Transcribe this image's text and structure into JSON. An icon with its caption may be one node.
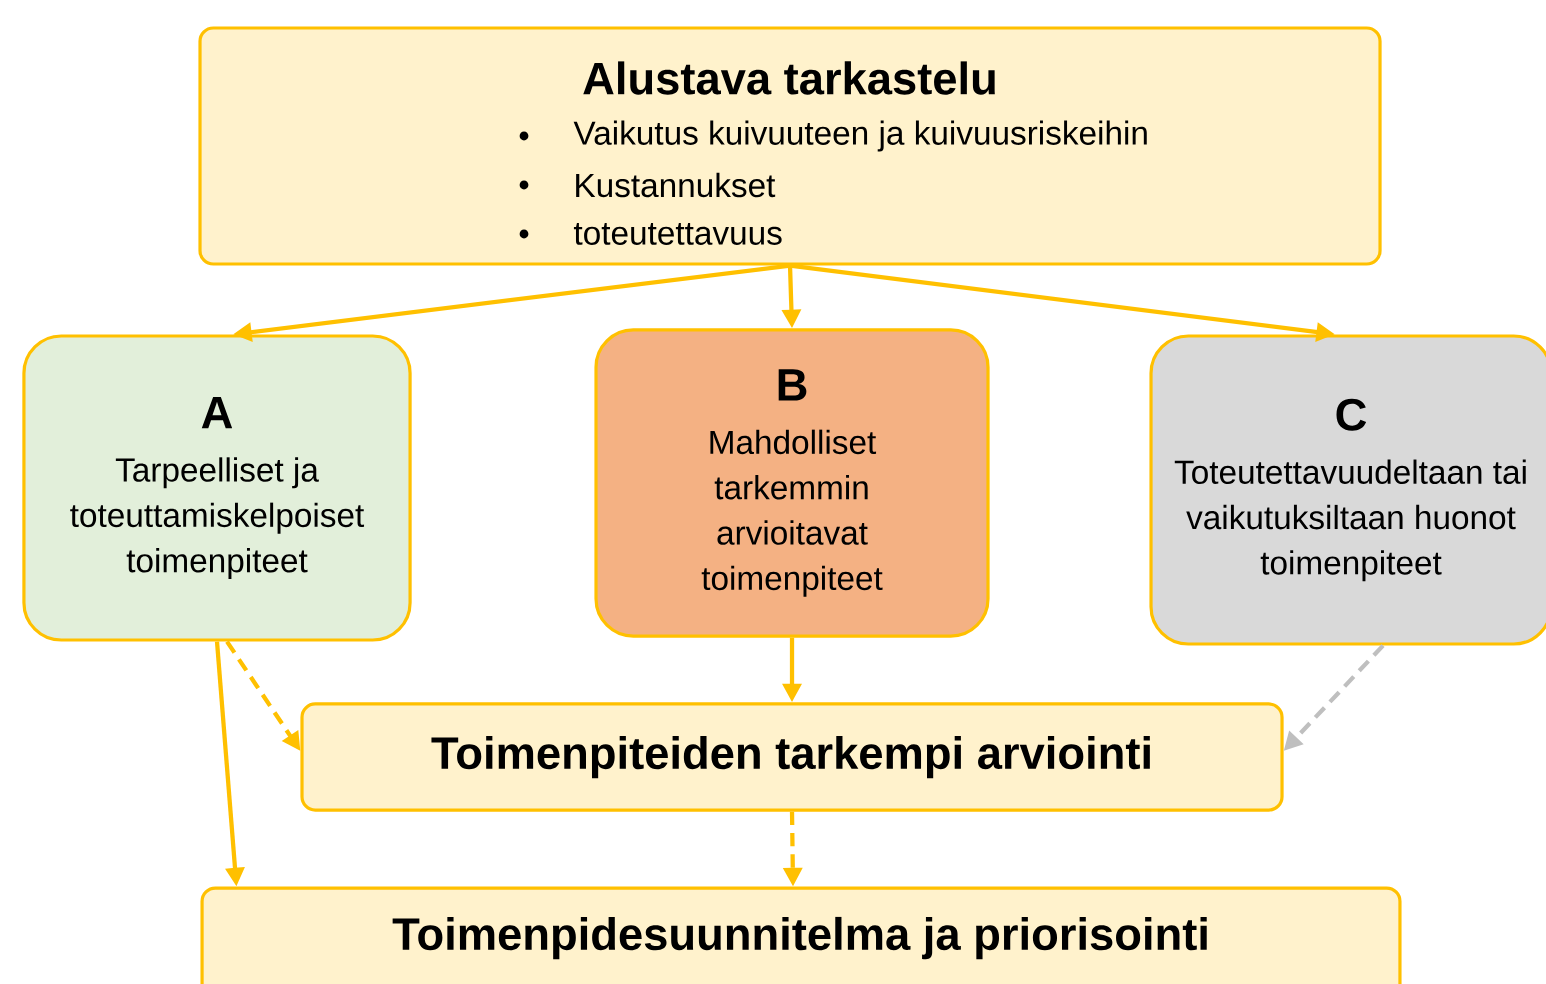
{
  "diagram": {
    "nodes": [
      {
        "text": [
          "Alustava tarkastelu",
          "Vaikutus kuivuuteen ja kuivuusriskeihin",
          "Kustannukset",
          "toteutettavuus"
        ]
      },
      {
        "text": [
          "A",
          "Tarpeelliset ja toteuttamiskelpoiset toimenpiteet"
        ]
      },
      {
        "text": [
          "B",
          "Mahdolliset tarkemmin arvioitavat toimenpiteet"
        ]
      },
      {
        "text": [
          "C",
          "Toteutettavuudeltaan tai vaikutuksiltaan huonot toimenpiteet"
        ]
      },
      {
        "text": [
          "Toimenpiteiden tarkempi arviointi"
        ]
      },
      {
        "text": [
          "Toimenpidesuunnitelma ja priorisointi"
        ]
      }
    ],
    "edges": [
      {
        "from": 0,
        "to": 1,
        "arrow": "to"
      },
      {
        "from": 0,
        "to": 2,
        "arrow": "to"
      },
      {
        "from": 0,
        "to": 3,
        "arrow": "to"
      },
      {
        "from": 1,
        "to": 4,
        "arrow": "to",
        "style": "dashed"
      },
      {
        "from": 2,
        "to": 4,
        "arrow": "to"
      },
      {
        "from": 3,
        "to": 4,
        "arrow": "to",
        "style": "dashed",
        "color": "#bfbfbf"
      },
      {
        "from": 4,
        "to": 5,
        "arrow": "to",
        "style": "dashed"
      },
      {
        "from": 1,
        "to": 5,
        "arrow": "to"
      }
    ]
  }
}
